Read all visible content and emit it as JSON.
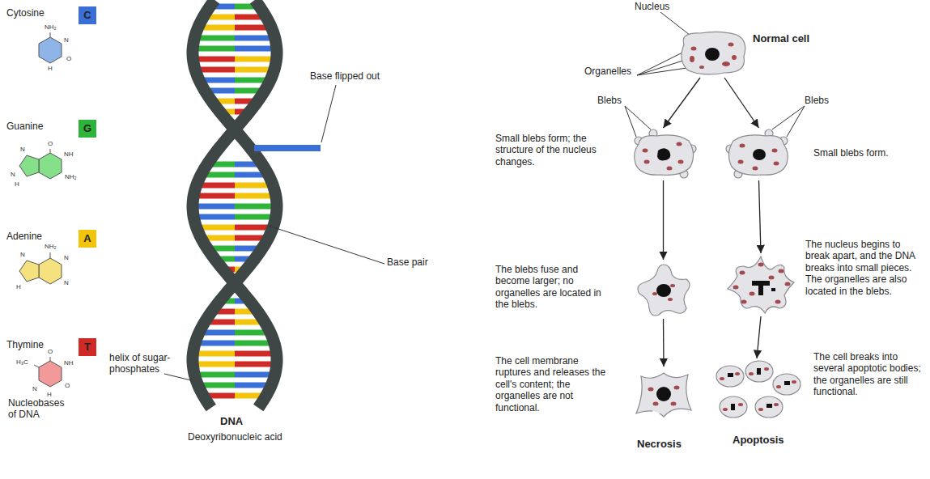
{
  "diagram": {
    "nodes": [
      {
        "text": [
          "Normal cell"
        ]
      },
      {
        "text": [
          "Small blebs form; the structure of the nucleus changes."
        ]
      },
      {
        "text": [
          "Small blebs form."
        ]
      },
      {
        "text": [
          "The blebs fuse and become larger; no organelles are located in the blebs."
        ]
      },
      {
        "text": [
          "The nucleus begins to break apart, and the DNA breaks into small pieces. The organelles are also located in the blebs."
        ]
      },
      {
        "text": [
          "The cell membrane ruptures and releases the cell's content; the organelles are not functional.",
          "Necrosis"
        ]
      },
      {
        "text": [
          "The cell breaks into several apoptotic bodies; the organelles are still functional.",
          "Apoptosis"
        ]
      }
    ],
    "edges": [
      {
        "from": 0,
        "to": 1,
        "arrow": "to"
      },
      {
        "from": 0,
        "to": 2,
        "arrow": "to"
      },
      {
        "from": 1,
        "to": 3,
        "arrow": "to"
      },
      {
        "from": 2,
        "to": 4,
        "arrow": "to"
      },
      {
        "from": 3,
        "to": 5,
        "arrow": "to"
      },
      {
        "from": 4,
        "to": 6,
        "arrow": "to"
      }
    ],
    "labels": [
      "C",
      "G",
      "A",
      "T",
      "NH₂",
      "N",
      "H",
      "O",
      "O",
      "NH",
      "NH₂",
      "N",
      "N",
      "H",
      "NH₂",
      "N",
      "N",
      "N",
      "H",
      "H₃C",
      "O",
      "NH",
      "O",
      "N",
      "H",
      "Nucleobases of DNA",
      "Base flipped out",
      "Base pair",
      "helix of sugar-phosphates",
      "DNA",
      "Deoxyribonucleic acid",
      "Nucleus",
      "Organelles",
      "Blebs",
      "Blebs"
    ],
    "legend": [
      {
        "text": "Cytosine",
        "color": "#3a6fd8"
      },
      {
        "text": "Guanine",
        "color": "#2fb43a"
      },
      {
        "text": "Adenine",
        "color": "#f2c40c"
      },
      {
        "text": "Thymine",
        "color": "#d02a26"
      }
    ]
  }
}
